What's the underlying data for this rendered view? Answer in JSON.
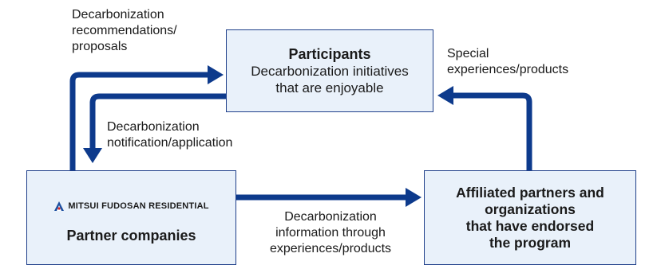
{
  "participants": {
    "title": "Participants",
    "subtitle": "Decarbonization initiatives\nthat are enjoyable"
  },
  "partner": {
    "logo_text": "MITSUI FUDOSAN RESIDENTIAL",
    "title": "Partner companies"
  },
  "affiliated": {
    "title": "Affiliated partners and\norganizations\nthat have endorsed\nthe program"
  },
  "labels": {
    "recommendations": "Decarbonization\nrecommendations/\nproposals",
    "special": "Special\nexperiences/products",
    "notification": "Decarbonization\nnotification/application",
    "information": "Decarbonization\ninformation through\nexperiences/products"
  },
  "colors": {
    "arrow": "#0d3a8c",
    "box_fill": "#e9f1fa",
    "box_border": "#1f3f8a",
    "logo_accent": "#1b4fa0"
  }
}
